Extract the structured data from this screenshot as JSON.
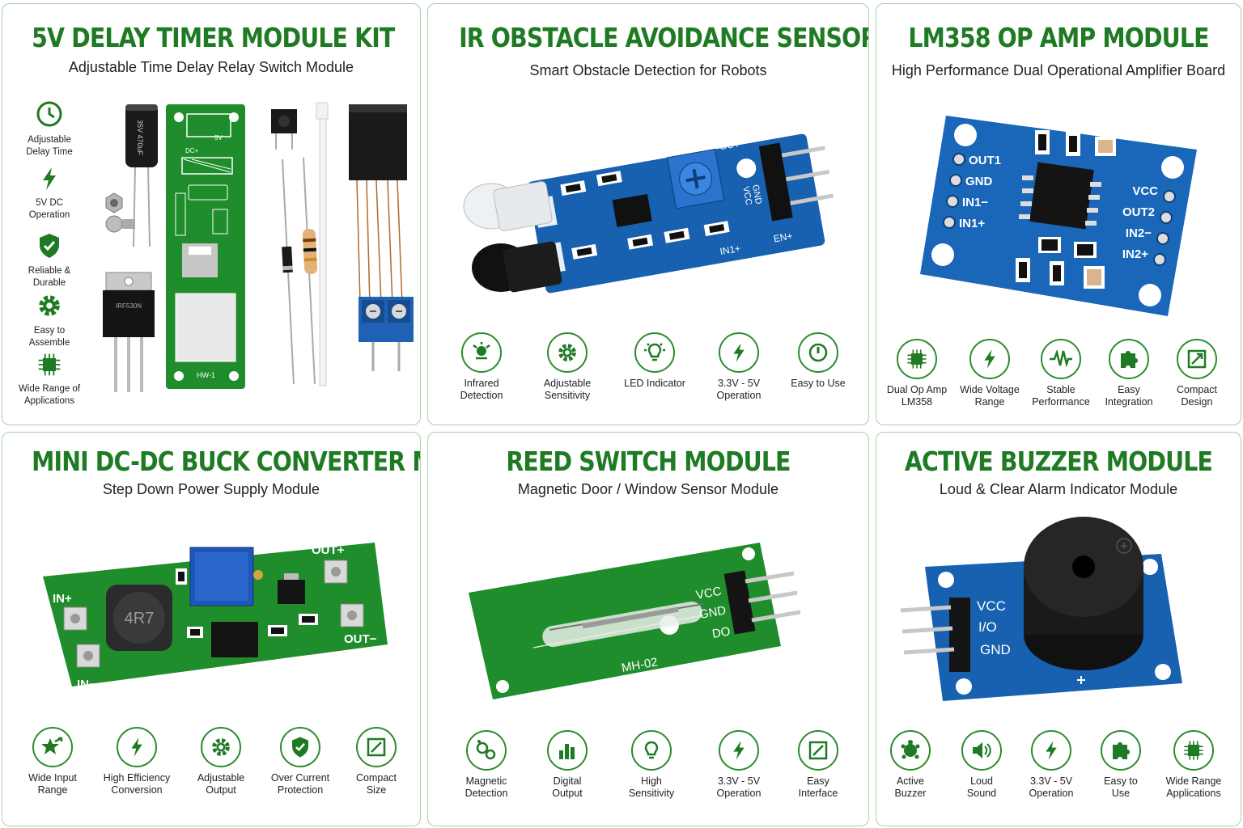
{
  "colors": {
    "brand_green": "#1e7a23",
    "card_border": "#a9cfa9",
    "pcb_green": "#1f8d2c",
    "pcb_blue": "#1860b0"
  },
  "cards": [
    {
      "title": "5V DELAY TIMER MODULE KIT",
      "subtitle": "Adjustable Time Delay Relay Switch Module",
      "features": [
        {
          "icon": "clock-icon",
          "label": "Adjustable\nDelay Time"
        },
        {
          "icon": "lightning-icon",
          "label": "5V DC\nOperation"
        },
        {
          "icon": "shield-check-icon",
          "label": "Reliable &\nDurable"
        },
        {
          "icon": "gear-icon",
          "label": "Easy to\nAssemble"
        },
        {
          "icon": "chip-icon",
          "label": "Wide Range of\nApplications"
        }
      ],
      "board_text": {
        "cap": "35V 470uF",
        "transistor": "IRF530N",
        "pcb_5v": "5V",
        "pcb_dc": "DC+",
        "pcb_label": "HW-1"
      }
    },
    {
      "title": "IR OBSTACLE AVOIDANCE SENSOR MODULE",
      "subtitle": "Smart Obstacle Detection for Robots",
      "features": [
        {
          "icon": "infrared-icon",
          "label": "Infrared\nDetection"
        },
        {
          "icon": "gear-icon",
          "label": "Adjustable\nSensitivity"
        },
        {
          "icon": "bulb-icon",
          "label": "LED Indicator"
        },
        {
          "icon": "lightning-icon",
          "label": "3.3V - 5V\nOperation"
        },
        {
          "icon": "power-icon",
          "label": "Easy to Use"
        }
      ],
      "board_text": {
        "out": "OUT",
        "gnd": "GND",
        "vcc": "VCC",
        "in": "IN1+",
        "en": "EN+"
      }
    },
    {
      "title": "LM358 OP AMP MODULE",
      "subtitle": "High Performance Dual Operational Amplifier Board",
      "features": [
        {
          "icon": "chip-icon",
          "label": "Dual Op Amp\nLM358"
        },
        {
          "icon": "lightning-icon",
          "label": "Wide Voltage\nRange"
        },
        {
          "icon": "wave-icon",
          "label": "Stable\nPerformance"
        },
        {
          "icon": "puzzle-icon",
          "label": "Easy\nIntegration"
        },
        {
          "icon": "compact-icon",
          "label": "Compact\nDesign"
        }
      ],
      "pins_left": [
        "OUT1",
        "GND",
        "IN1−",
        "IN1+"
      ],
      "pins_right": [
        "VCC",
        "OUT2",
        "IN2−",
        "IN2+"
      ]
    },
    {
      "title": "MINI DC-DC BUCK CONVERTER MODULE",
      "subtitle": "Step Down Power Supply Module",
      "features": [
        {
          "icon": "star-arrow-icon",
          "label": "Wide Input\nRange"
        },
        {
          "icon": "lightning-icon",
          "label": "High Efficiency\nConversion"
        },
        {
          "icon": "gear-icon",
          "label": "Adjustable\nOutput"
        },
        {
          "icon": "shield-check-icon",
          "label": "Over Current\nProtection"
        },
        {
          "icon": "compact-icon",
          "label": "Compact\nSize"
        }
      ],
      "board_text": {
        "in_plus": "IN+",
        "in_minus": "IN−",
        "out_plus": "OUT+",
        "out_minus": "OUT−",
        "inductor": "4R7"
      }
    },
    {
      "title": "REED SWITCH MODULE",
      "subtitle": "Magnetic Door / Window Sensor Module",
      "features": [
        {
          "icon": "magnet-icon",
          "label": "Magnetic\nDetection"
        },
        {
          "icon": "bar-chart-icon",
          "label": "Digital\nOutput"
        },
        {
          "icon": "bulb-icon",
          "label": "High\nSensitivity"
        },
        {
          "icon": "lightning-icon",
          "label": "3.3V - 5V\nOperation"
        },
        {
          "icon": "compact-icon",
          "label": "Easy\nInterface"
        }
      ],
      "pins": [
        "VCC",
        "GND",
        "DO"
      ],
      "board_label": "MH-02"
    },
    {
      "title": "ACTIVE BUZZER MODULE",
      "subtitle": "Loud & Clear Alarm Indicator Module",
      "features": [
        {
          "icon": "turtle-icon",
          "label": "Active\nBuzzer"
        },
        {
          "icon": "speaker-icon",
          "label": "Loud\nSound"
        },
        {
          "icon": "lightning-icon",
          "label": "3.3V - 5V\nOperation"
        },
        {
          "icon": "puzzle-icon",
          "label": "Easy to\nUse"
        },
        {
          "icon": "chip-icon",
          "label": "Wide Range\nApplications"
        }
      ],
      "pins": [
        "VCC",
        "I/O",
        "GND"
      ]
    }
  ]
}
